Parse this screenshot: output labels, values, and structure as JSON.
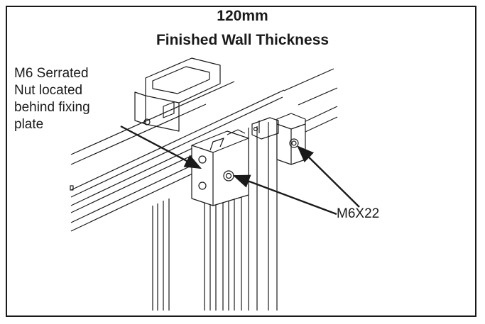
{
  "title": {
    "line1": "120mm",
    "line2": "Finished Wall Thickness"
  },
  "callouts": {
    "serrated_nut": [
      "M6 Serrated",
      "Nut located",
      "behind fixing",
      "plate"
    ],
    "bolt": "M6X22"
  },
  "colors": {
    "line": "#1a1a1a",
    "background": "#ffffff"
  }
}
